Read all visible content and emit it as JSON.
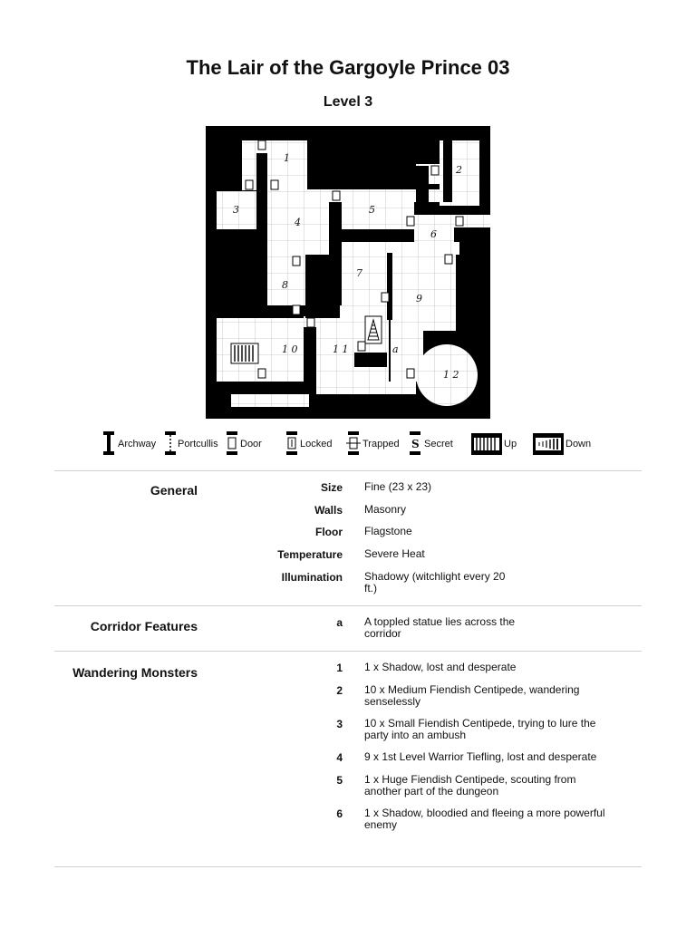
{
  "title": "The Lair of the Gargoyle Prince 03",
  "subtitle": "Level 3",
  "map": {
    "room_labels": [
      "1",
      "2",
      "3",
      "4",
      "5",
      "6",
      "7",
      "8",
      "9",
      "1 0",
      "1 1",
      "1 2"
    ],
    "feature_label": "a"
  },
  "legend": [
    "Archway",
    "Portcullis",
    "Door",
    "Locked",
    "Trapped",
    "Secret",
    "Up",
    "Down"
  ],
  "general": {
    "heading": "General",
    "rows": [
      {
        "key": "Size",
        "value": "Fine (23 x 23)"
      },
      {
        "key": "Walls",
        "value": "Masonry"
      },
      {
        "key": "Floor",
        "value": "Flagstone"
      },
      {
        "key": "Temperature",
        "value": "Severe Heat"
      },
      {
        "key": "Illumination",
        "value": "Shadowy (witchlight every 20 ft.)"
      }
    ]
  },
  "corridor": {
    "heading": "Corridor Features",
    "rows": [
      {
        "key": "a",
        "value": "A toppled statue lies across the corridor"
      }
    ]
  },
  "wandering": {
    "heading": "Wandering Monsters",
    "rows": [
      {
        "key": "1",
        "value": "1 x Shadow, lost and desperate"
      },
      {
        "key": "2",
        "value": "10 x Medium Fiendish Centipede, wandering senselessly"
      },
      {
        "key": "3",
        "value": "10 x Small Fiendish Centipede, trying to lure the party into an ambush"
      },
      {
        "key": "4",
        "value": "9 x 1st Level Warrior Tiefling, lost and desperate"
      },
      {
        "key": "5",
        "value": "1 x Huge Fiendish Centipede, scouting from another part of the dungeon"
      },
      {
        "key": "6",
        "value": "1 x Shadow, bloodied and fleeing a more powerful enemy"
      }
    ]
  }
}
